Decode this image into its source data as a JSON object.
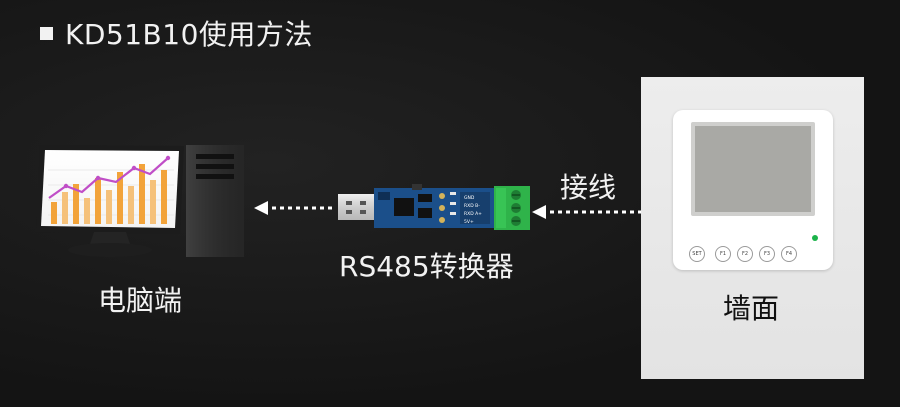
{
  "title": "KD51B10使用方法",
  "labels": {
    "computer": "电脑端",
    "converter": "RS485转换器",
    "wiring": "接线",
    "wall": "墙面"
  },
  "thermostat_buttons": [
    "SET",
    "F1",
    "F2",
    "F3",
    "F4"
  ],
  "terminal_labels": [
    "GND",
    "RXD B-",
    "RXD A+",
    "5V+"
  ],
  "colors": {
    "background": "#161616",
    "text": "#f2f2f2",
    "pcb_blue": "#1b4f8a",
    "terminal_green": "#2fb34a",
    "bar_orange": "#f2a33a",
    "line_purple": "#c04ec7",
    "led_green": "#1bb34a"
  },
  "icons": {
    "computer": "desktop-computer-icon",
    "converter": "usb-rs485-converter-icon",
    "arrows": "dotted-arrow-left-icon"
  }
}
